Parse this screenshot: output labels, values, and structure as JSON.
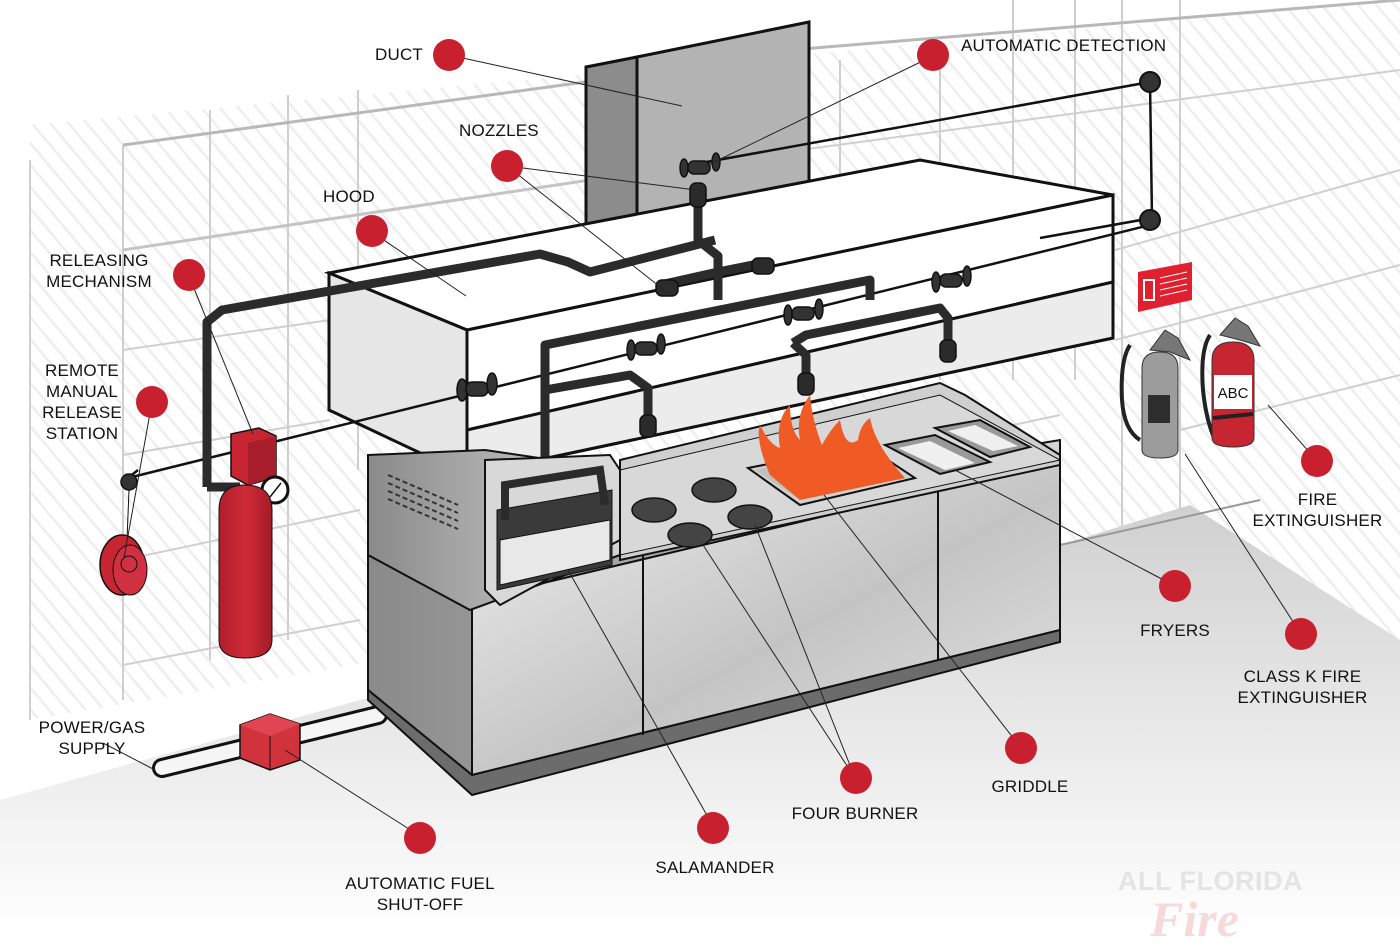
{
  "title": "Commercial Kitchen Fire Suppression System",
  "colors": {
    "marker": "#c8202f",
    "flame": "#f05a24",
    "pipe": "#2b2b2b",
    "steel_light": "#d9d9d9",
    "steel_dark": "#8e8e8e",
    "duct": "#b3b3b3",
    "hood": "#ececec",
    "floor": "#dcdcdc",
    "tank": "#c72532"
  },
  "labels": [
    {
      "id": "duct",
      "text": "DUCT"
    },
    {
      "id": "automatic-detection",
      "text": "AUTOMATIC DETECTION"
    },
    {
      "id": "nozzles",
      "text": "NOZZLES"
    },
    {
      "id": "hood",
      "text": "HOOD"
    },
    {
      "id": "releasing-mechanism",
      "text": "RELEASING\nMECHANISM"
    },
    {
      "id": "remote-manual-release-station",
      "text": "REMOTE\nMANUAL\nRELEASE\nSTATION"
    },
    {
      "id": "power-gas-supply",
      "text": "POWER/GAS\nSUPPLY"
    },
    {
      "id": "automatic-fuel-shut-off",
      "text": "AUTOMATIC FUEL\nSHUT-OFF"
    },
    {
      "id": "salamander",
      "text": "SALAMANDER"
    },
    {
      "id": "four-burner",
      "text": "FOUR BURNER"
    },
    {
      "id": "griddle",
      "text": "GRIDDLE"
    },
    {
      "id": "fryers",
      "text": "FRYERS"
    },
    {
      "id": "class-k-fire-extinguisher",
      "text": "CLASS K FIRE\nEXTINGUISHER"
    },
    {
      "id": "fire-extinguisher",
      "text": "FIRE\nEXTINGUISHER"
    }
  ],
  "extinguisher_tag": "ABC",
  "watermark": {
    "line1": "ALL FLORIDA",
    "line2": "Fire"
  }
}
